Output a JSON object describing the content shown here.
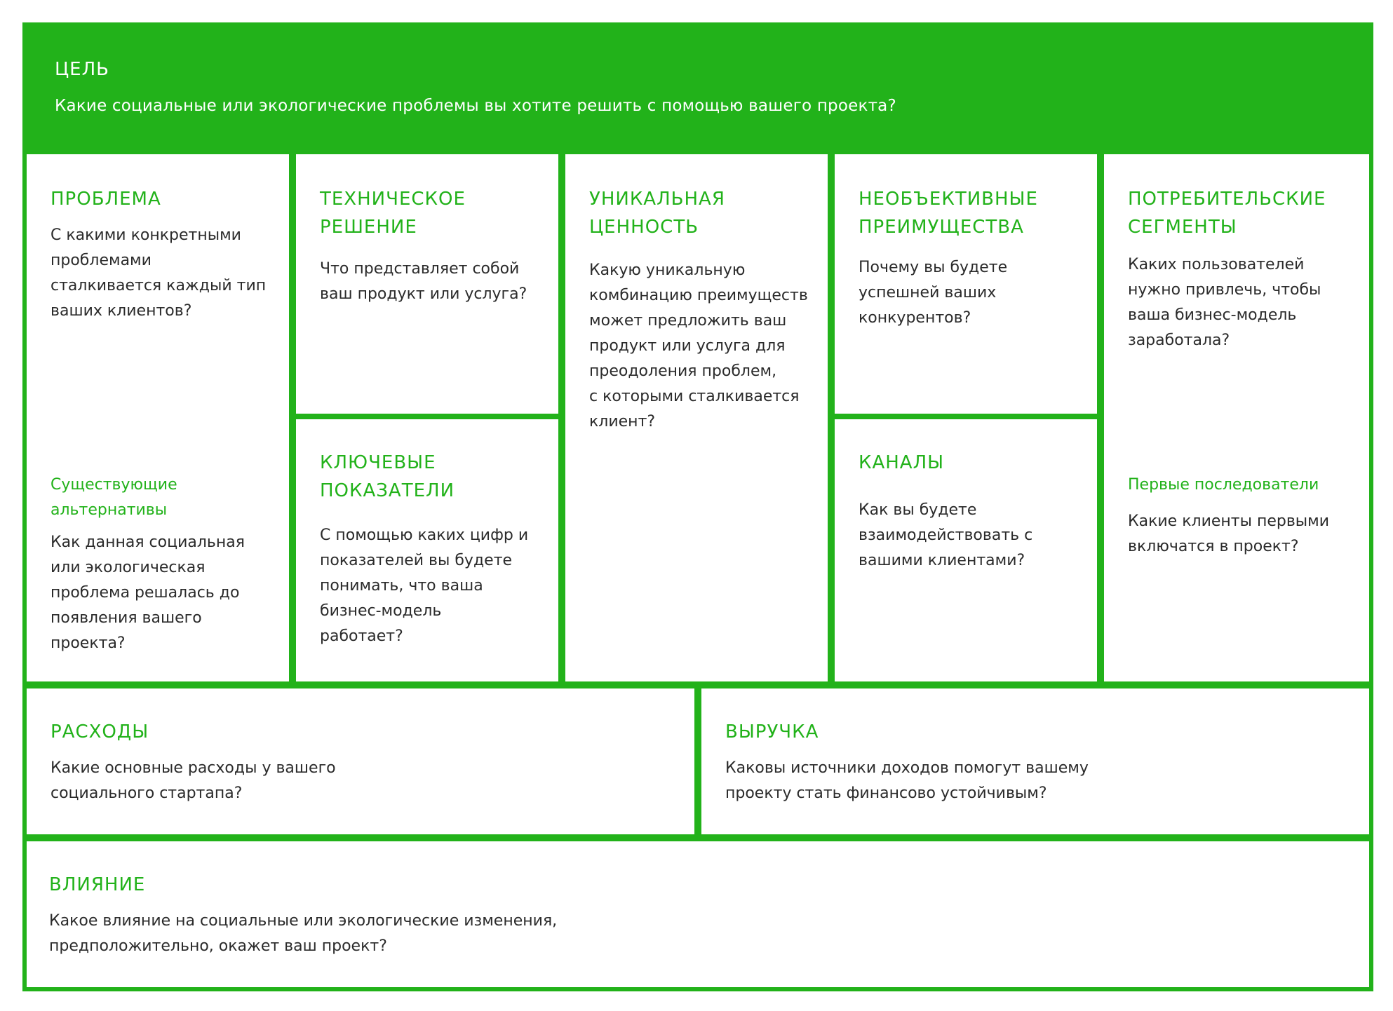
{
  "goal": {
    "title": "ЦЕЛЬ",
    "question": "Какие социальные или экологические проблемы вы хотите решить с помощью вашего проекта?"
  },
  "problem": {
    "title": "ПРОБЛЕМА",
    "question": [
      "С какими конкретными",
      "проблемами",
      "сталкивается каждый тип",
      "ваших клиентов?"
    ],
    "alternatives_title": [
      "Существующие",
      "альтернативы"
    ],
    "alternatives_question": [
      "Как данная социальная",
      "или экологическая",
      "проблема решалась до",
      "появления вашего",
      "проекта?"
    ]
  },
  "solution": {
    "title": [
      "ТЕХНИЧЕСКОЕ",
      "РЕШЕНИЕ"
    ],
    "question": [
      "Что представляет собой",
      "ваш продукт или услуга?"
    ]
  },
  "metrics": {
    "title": [
      "КЛЮЧЕВЫЕ",
      "ПОКАЗАТЕЛИ"
    ],
    "question": [
      "С помощью каких цифр и",
      "показателей вы будете",
      "понимать, что ваша",
      "бизнес-модель",
      "работает?"
    ]
  },
  "value": {
    "title": [
      "УНИКАЛЬНАЯ",
      "ЦЕННОСТЬ"
    ],
    "question": [
      "Какую уникальную",
      "комбинацию преимуществ",
      "может предложить ваш",
      "продукт или услуга для",
      "преодоления проблем,",
      "с которыми сталкивается",
      "клиент?"
    ]
  },
  "advantage": {
    "title": [
      "НЕОБЪЕКТИВНЫЕ",
      "ПРЕИМУЩЕСТВА"
    ],
    "question": [
      "Почему вы будете",
      "успешней ваших",
      "конкурентов?"
    ]
  },
  "channels": {
    "title": "КАНАЛЫ",
    "question": [
      "Как вы будете",
      "взаимодействовать с",
      "вашими клиентами?"
    ]
  },
  "segments": {
    "title": [
      "ПОТРЕБИТЕЛЬСКИЕ",
      "СЕГМЕНТЫ"
    ],
    "question": [
      "Каких пользователей",
      "нужно привлечь, чтобы",
      "ваша бизнес-модель",
      "заработала?"
    ],
    "early_title": "Первые последователи",
    "early_question": [
      "Какие клиенты первыми",
      "включатся в проект?"
    ]
  },
  "costs": {
    "title": "РАСХОДЫ",
    "question": [
      "Какие основные расходы у вашего",
      "социального стартапа?"
    ]
  },
  "revenue": {
    "title": "ВЫРУЧКА",
    "question": [
      "Каковы источники доходов помогут вашему",
      "проекту стать финансово устойчивым?"
    ]
  },
  "impact": {
    "title": "ВЛИЯНИЕ",
    "question": [
      "Какое влияние на социальные или экологические изменения,",
      "предположительно, окажет ваш проект?"
    ]
  },
  "colors": {
    "accent": "#22b21a",
    "text": "#2b2b2b"
  }
}
